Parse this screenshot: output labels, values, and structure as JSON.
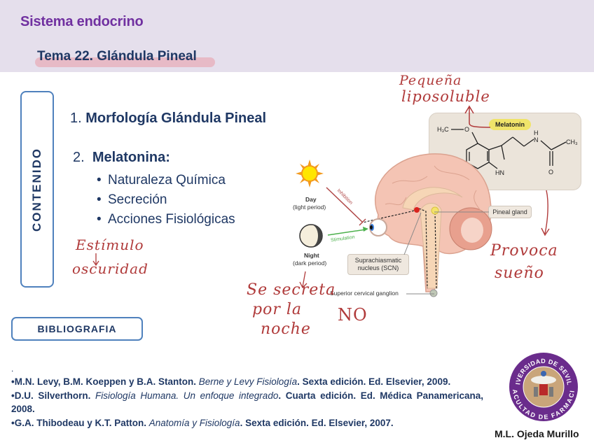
{
  "header": {
    "subject": "Sistema endocrino",
    "topic": "Tema  22. Glándula Pineal",
    "background_color": "#e5dfec",
    "subject_color": "#7030a0",
    "topic_color": "#1f3864"
  },
  "contents": {
    "label": "CONTENIDO",
    "items": [
      {
        "number": "1.",
        "title": "Morfología Glándula Pineal"
      },
      {
        "number": "2.",
        "title": "Melatonina:",
        "subitems": [
          "Naturaleza Química",
          "Secreción",
          "Acciones Fisiológicas"
        ]
      }
    ]
  },
  "figure": {
    "molecule": {
      "name": "Melatonin",
      "atoms": {
        "methyl_ether": "H₃C — O",
        "amine_h": "H",
        "amide_n": "N",
        "methyl": "CH₃",
        "oxygen": "O",
        "indole_nh": "HN"
      }
    },
    "day": {
      "label": "Day",
      "sublabel": "(light period)",
      "arrow_label": "Inhibition"
    },
    "night": {
      "label": "Night",
      "sublabel": "(dark period)",
      "arrow_label": "Stimulation"
    },
    "labels": {
      "pineal": "Pineal gland",
      "scn_line1": "Suprachiasmatic",
      "scn_line2": "nucleus (SCN)",
      "ganglion": "Superior cervical ganglion"
    }
  },
  "annotations": {
    "top_right_1": "Pequeña",
    "top_right_2": "liposoluble",
    "left_1": "Estímulo",
    "left_2": "oscuridad",
    "center_1": "Se secreta",
    "center_2": "por la",
    "center_3": "noche",
    "center_no": "NO",
    "right_1": "Provoca",
    "right_2": "sueño",
    "ink_color": "#b03a3a"
  },
  "bibliography": {
    "label": "BIBLIOGRAFIA",
    "leading_dot": ".",
    "references": [
      {
        "authors": "•M.N. Levy, B.M. Koeppen y B.A. Stanton.",
        "title": "Berne y Levy Fisiología",
        "rest": ". Sexta edición. Ed. Elsevier, 2009."
      },
      {
        "authors": "•D.U. Silverthorn.",
        "title": "Fisiología Humana. Un enfoque integrado",
        "rest": ". Cuarta edición. Ed. Médica Panamericana, 2008."
      },
      {
        "authors": "•G.A. Thibodeau y K.T. Patton.",
        "title": "Anatomía y Fisiología",
        "rest": ". Sexta edición. Ed. Elsevier, 2007."
      }
    ]
  },
  "footer": {
    "seal_top_text": "UNIVERSIDAD DE SEVILLA",
    "seal_bottom_text": "FACULTAD DE FARMACIA",
    "author": "M.L. Ojeda Murillo"
  }
}
